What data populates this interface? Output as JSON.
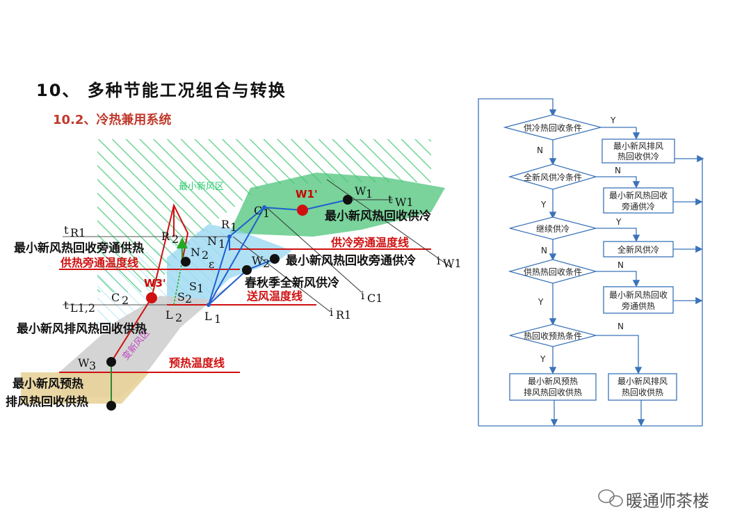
{
  "header": {
    "title": "10、 多种节能工况组合与转换",
    "subtitle": "10.2、冷热兼用系统"
  },
  "diagram": {
    "zone_min_fresh": "最小新风区",
    "zone_variable_fresh": "变新风区",
    "points": {
      "W1p": "W1'",
      "W3p": "W3'",
      "W1": "W",
      "W1_sub": "1",
      "W2": "W",
      "W2_sub": "2",
      "W3": "W",
      "W3_sub": "3",
      "C1": "C",
      "C1_sub": "1",
      "C2": "C",
      "C2_sub": "2",
      "R1": "R",
      "R1_sub": "1",
      "R2": "R",
      "R2_sub": "2",
      "N1": "N",
      "N1_sub": "1",
      "N2": "N",
      "N2_sub": "2",
      "S1": "S",
      "S1_sub": "1",
      "S2": "S",
      "S2_sub": "2",
      "L1": "L",
      "L1_sub": "1",
      "L2": "L",
      "L2_sub": "2",
      "eps": "ε"
    },
    "axis_labels": {
      "tR1": "t",
      "tR1_sub": "R1",
      "tL12": "t",
      "tL12_sub": "L1,2",
      "tW1": "t",
      "tW1_sub": "W1",
      "iC1": "i",
      "iC1_sub": "C1",
      "iR1": "i",
      "iR1_sub": "R1",
      "iW1": "i",
      "iW1_sub": "W1"
    },
    "labels": {
      "min_fresh_heat_recovery_cooling": "最小新风热回收供冷",
      "min_fresh_heat_recovery_bypass_heating": "最小新风热回收旁通供热",
      "heating_bypass_temp_line": "供热旁通温度线",
      "cooling_bypass_temp_line": "供冷旁通温度线",
      "min_fresh_heat_recovery_bypass_cooling": "最小新风热回收旁通供冷",
      "spring_autumn_full_fresh": "春秋季全新风供冷",
      "supply_air_temp_line": "送风温度线",
      "min_fresh_exhaust_recovery_heating": "最小新风排风热回收供热",
      "preheat_temp_line": "预热温度线",
      "min_fresh_preheat_1": "最小新风预热",
      "min_fresh_preheat_2": "排风热回收供热"
    }
  },
  "flowchart": {
    "decisions": [
      "供冷热回收条件",
      "全新风供冷条件",
      "继续供冷",
      "供热热回收条件",
      "热回收预热条件"
    ],
    "actions": [
      [
        "最小新风排风",
        "热回收供冷"
      ],
      [
        "最小新风热回收",
        "旁通供冷"
      ],
      [
        "全新风供冷"
      ],
      [
        "最小新风热回收",
        "旁通供热"
      ],
      [
        "最小新风预热",
        "排风热回收供热"
      ],
      [
        "最小新风排风",
        "热回收供热"
      ]
    ],
    "yes": "Y",
    "no": "N"
  },
  "watermark": "暖通师茶楼",
  "colors": {
    "red": "#d01010",
    "blue": "#1f5fd0",
    "green_zone": "#4cc47a",
    "blue_zone": "#8fd3f0",
    "gray_zone": "#cfcfcf",
    "yellow_zone": "#e8d39a",
    "flow_line": "#3b73b9"
  }
}
